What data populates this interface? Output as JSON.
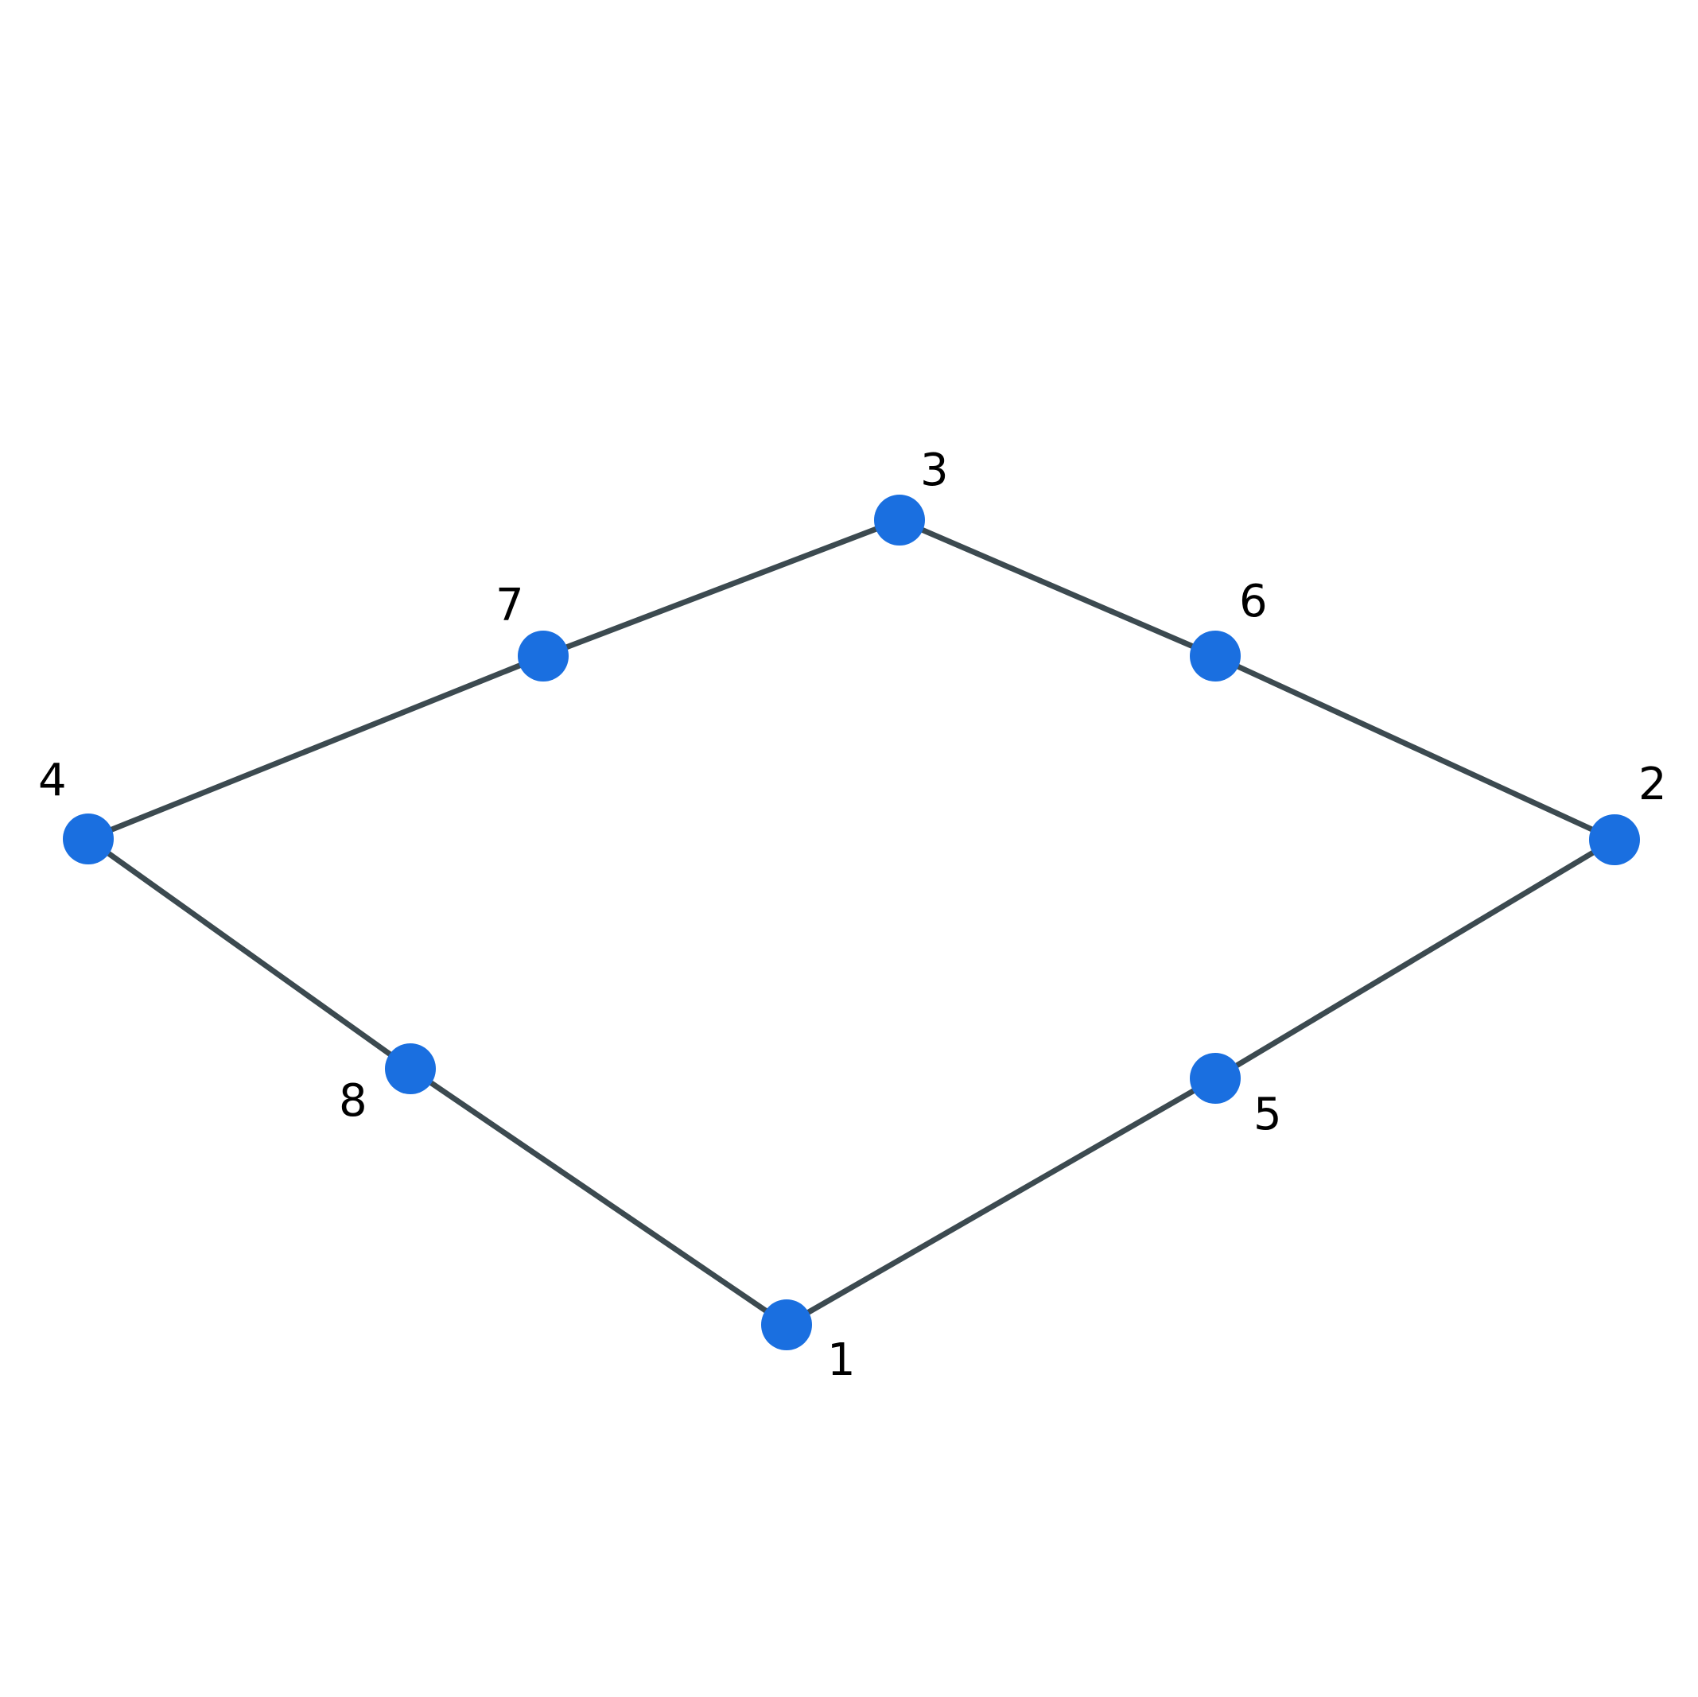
{
  "graph": {
    "node_color": "#1a6fe0",
    "edge_color": "#3c4a50",
    "nodes": [
      {
        "id": "1",
        "label": "1"
      },
      {
        "id": "2",
        "label": "2"
      },
      {
        "id": "3",
        "label": "3"
      },
      {
        "id": "4",
        "label": "4"
      },
      {
        "id": "5",
        "label": "5"
      },
      {
        "id": "6",
        "label": "6"
      },
      {
        "id": "7",
        "label": "7"
      },
      {
        "id": "8",
        "label": "8"
      }
    ],
    "edges": [
      [
        "3",
        "7"
      ],
      [
        "7",
        "4"
      ],
      [
        "3",
        "6"
      ],
      [
        "6",
        "2"
      ],
      [
        "4",
        "8"
      ],
      [
        "8",
        "1"
      ],
      [
        "1",
        "5"
      ],
      [
        "5",
        "2"
      ]
    ]
  }
}
